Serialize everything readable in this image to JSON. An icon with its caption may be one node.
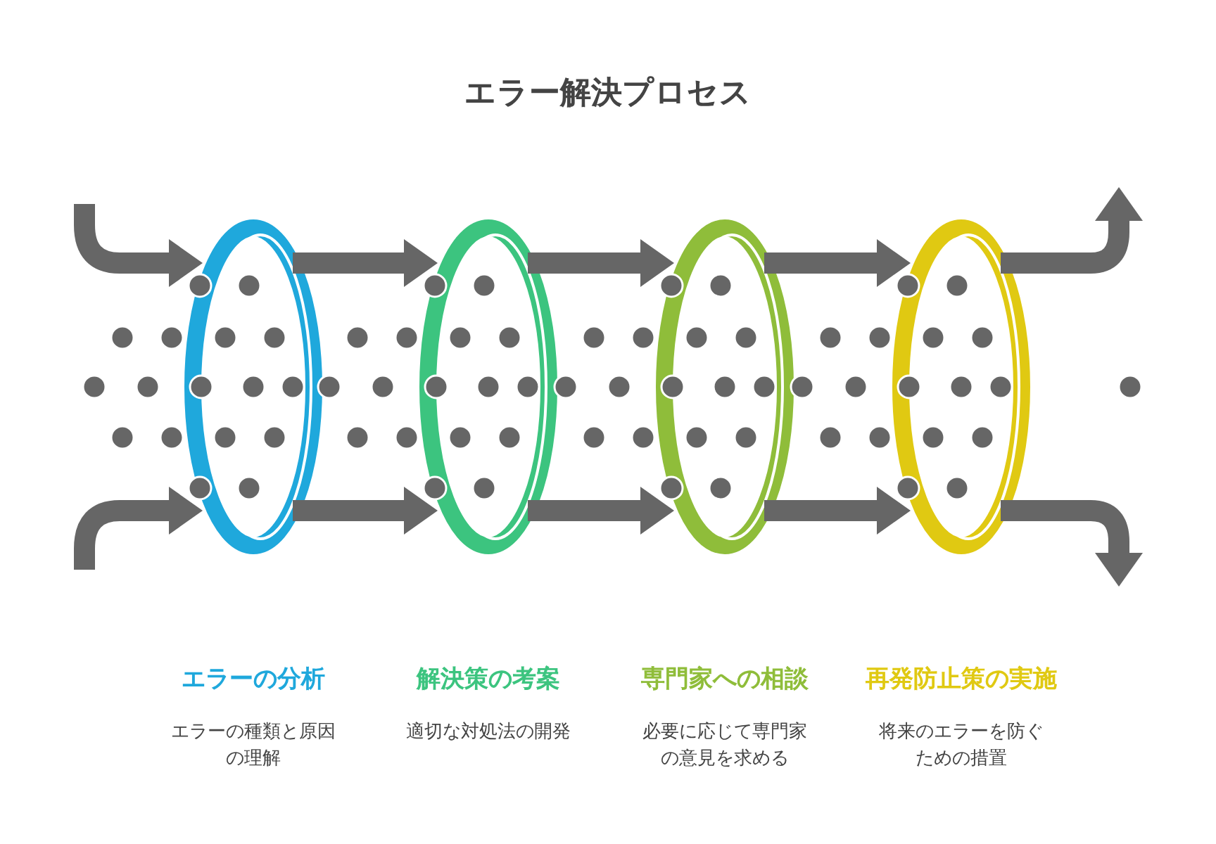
{
  "diagram": {
    "title": "エラー解決プロセス",
    "nodes": [
      {
        "text": [],
        "shape": "ellipse",
        "beside": [
          "エラーの分析",
          "エラーの種類と原因の理解"
        ]
      },
      {
        "text": [],
        "shape": "ellipse",
        "beside": [
          "解決策の考案",
          "適切な対処法の開発"
        ]
      },
      {
        "text": [],
        "shape": "ellipse",
        "beside": [
          "専門家への相談",
          "必要に応じて専門家の意見を求める"
        ]
      },
      {
        "text": [],
        "shape": "ellipse",
        "beside": [
          "再発防止策の実施",
          "将来のエラーを防ぐための措置"
        ]
      }
    ],
    "edges": [
      {
        "from": null,
        "to": 0,
        "arrow": "to"
      },
      {
        "from": null,
        "to": 0,
        "arrow": "to"
      },
      {
        "from": 0,
        "to": 1,
        "arrow": "to"
      },
      {
        "from": 0,
        "to": 1,
        "arrow": "to"
      },
      {
        "from": 1,
        "to": 2,
        "arrow": "to"
      },
      {
        "from": 1,
        "to": 2,
        "arrow": "to"
      },
      {
        "from": 2,
        "to": 3,
        "arrow": "to"
      },
      {
        "from": 2,
        "to": 3,
        "arrow": "to"
      },
      {
        "from": 3,
        "to": null,
        "arrow": "to"
      },
      {
        "from": 3,
        "to": null,
        "arrow": "to"
      }
    ]
  }
}
